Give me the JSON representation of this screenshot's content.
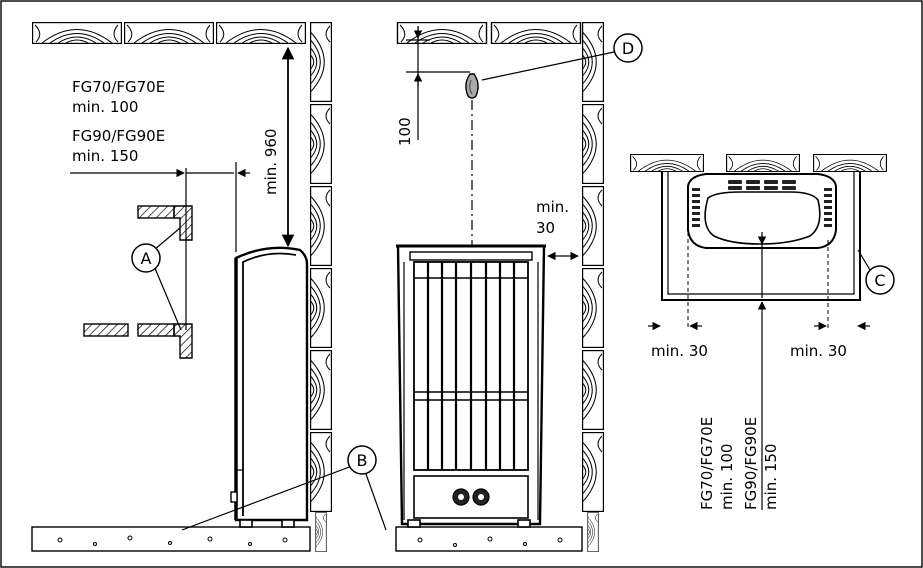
{
  "callouts": {
    "a": "A",
    "b": "B",
    "c": "C",
    "d": "D"
  },
  "side_view": {
    "model_1": "FG70/FG70E",
    "model_1_min": "min. 100",
    "model_2": "FG90/FG90E",
    "model_2_min": "min. 150",
    "top_clearance": "min. 960"
  },
  "front_view": {
    "sensor_offset": "100",
    "side_clearance_line1": "min.",
    "side_clearance_line2": "30"
  },
  "top_view": {
    "left_clearance": "min. 30",
    "right_clearance": "min. 30",
    "model_1": "FG70/FG70E",
    "model_1_min": "min. 100",
    "model_2": "FG90/FG90E",
    "model_2_min": "min. 150"
  }
}
